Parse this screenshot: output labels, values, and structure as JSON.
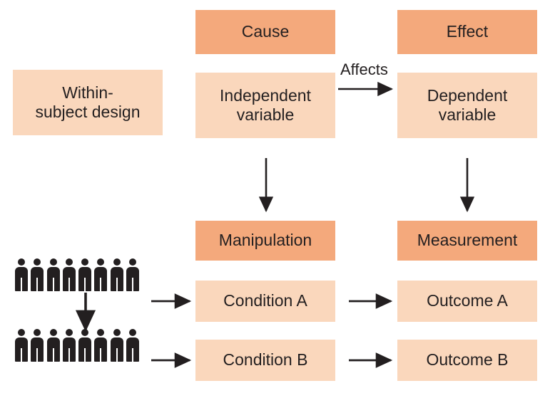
{
  "diagram": {
    "title_box": {
      "label": "Within-\nsubject design"
    },
    "columns": [
      {
        "id": "cause",
        "header": "Cause",
        "body": "Independent\nvariable"
      },
      {
        "id": "effect",
        "header": "Effect",
        "body": "Dependent\nvariable"
      },
      {
        "id": "manipulation",
        "header": "Manipulation",
        "rows": [
          "Condition A",
          "Condition B"
        ]
      },
      {
        "id": "measurement",
        "header": "Measurement",
        "rows": [
          "Outcome A",
          "Outcome B"
        ]
      }
    ],
    "edge_labels": {
      "affects": "Affects"
    },
    "groups": [
      {
        "id": "group-a",
        "count": 8
      },
      {
        "id": "group-b",
        "count": 8
      }
    ],
    "colors": {
      "header_fill": "#f4a97c",
      "body_fill": "#fad7bc",
      "text": "#231f20",
      "arrow": "#231f20",
      "person": "#231f20",
      "background": "#ffffff"
    }
  }
}
